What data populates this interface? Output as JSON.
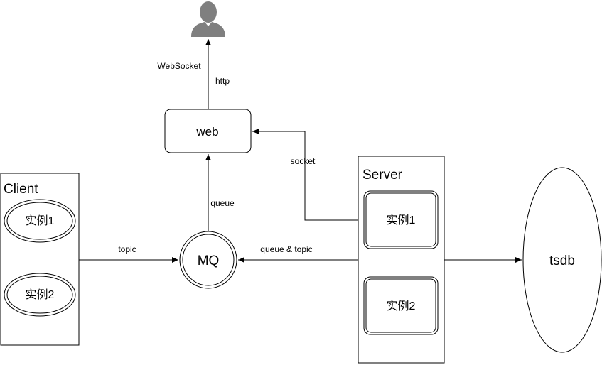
{
  "nodes": {
    "user_icon": "user-icon",
    "web": "web",
    "client": {
      "title": "Client",
      "instance1": "实例1",
      "instance2": "实例2"
    },
    "mq": "MQ",
    "server": {
      "title": "Server",
      "instance1": "实例1",
      "instance2": "实例2"
    },
    "tsdb": "tsdb"
  },
  "edges": {
    "websocket": "WebSocket",
    "http": "http",
    "socket": "socket",
    "queue": "queue",
    "topic": "topic",
    "queue_topic": "queue & topic"
  },
  "colors": {
    "stroke": "#000000",
    "icon": "#7f7f7f",
    "background": "#ffffff"
  }
}
